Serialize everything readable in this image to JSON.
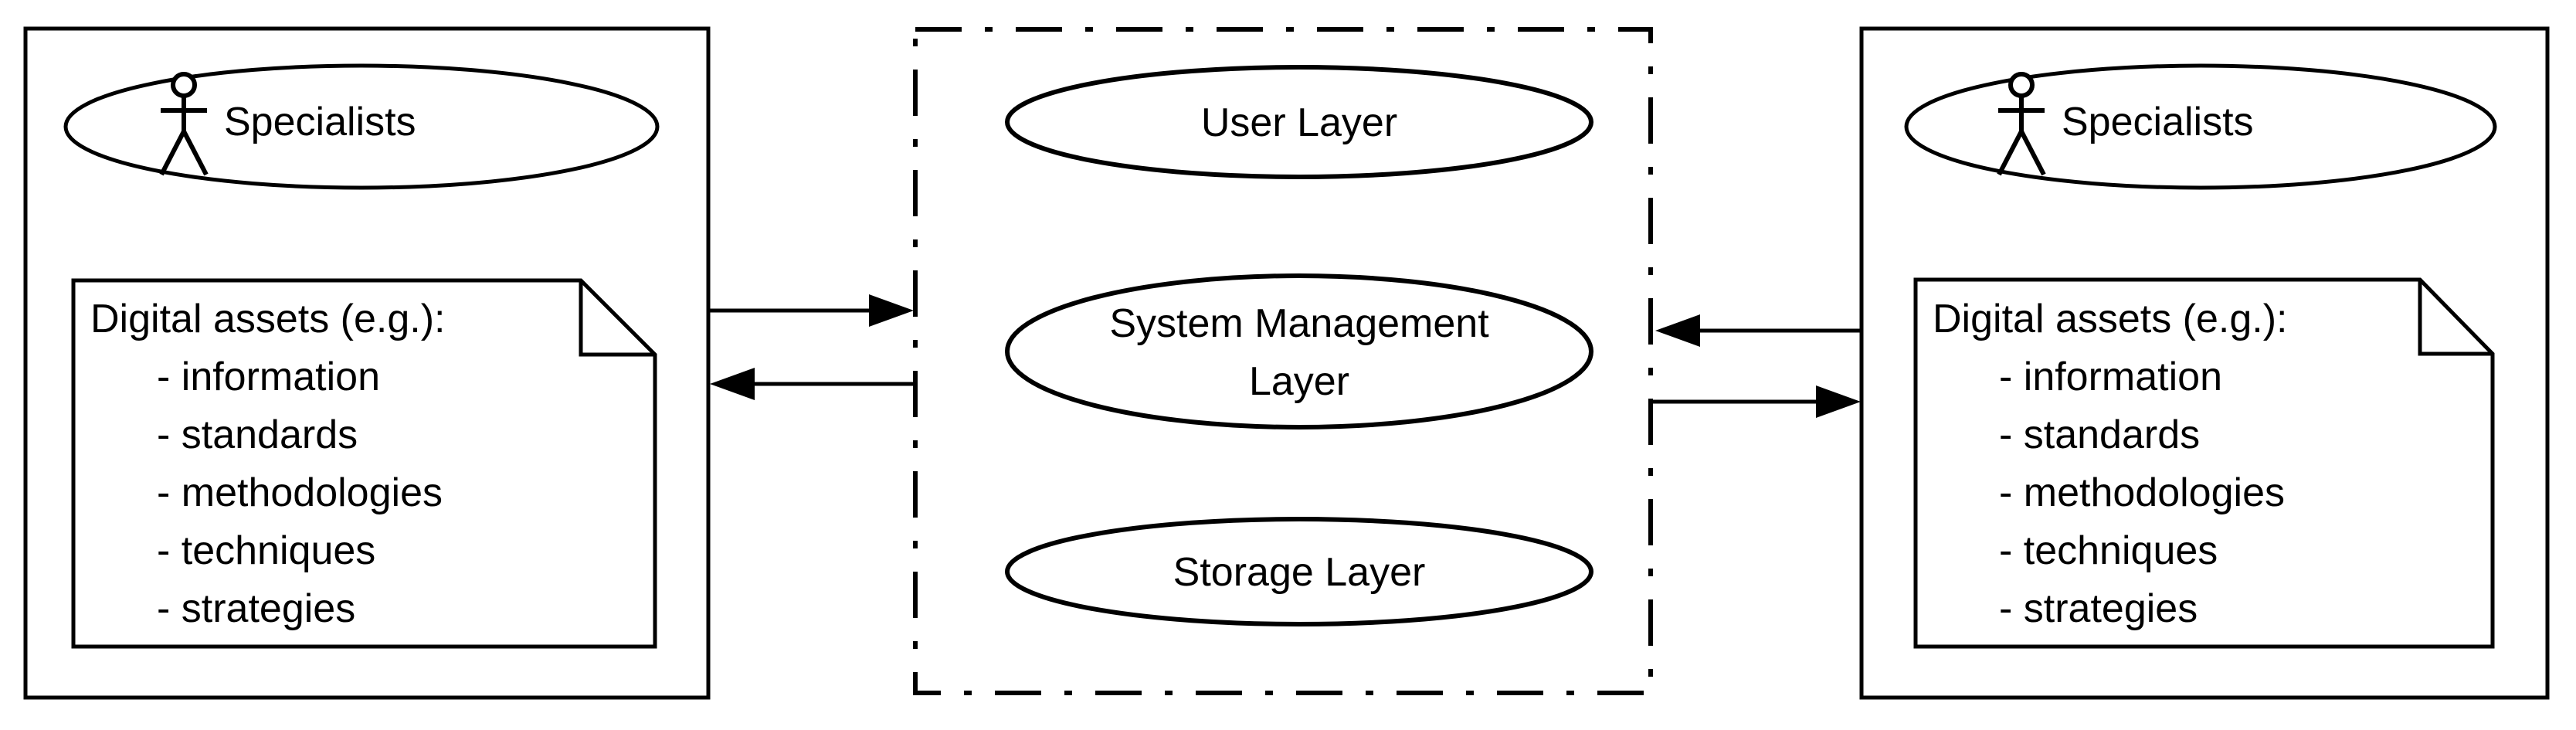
{
  "canvas": {
    "background": "#ffffff",
    "stroke_color": "#000000"
  },
  "left_panel": {
    "actor": {
      "label": "Specialists",
      "icon": "stick-figure-actor"
    },
    "note": {
      "title": "Digital assets (e.g.):",
      "items": [
        "- information",
        "- standards",
        "- methodologies",
        "- techniques",
        "- strategies"
      ]
    }
  },
  "center_panel": {
    "layers": [
      {
        "label": "User Layer",
        "lines": [
          "User Layer"
        ]
      },
      {
        "label": "System Management Layer",
        "lines": [
          "System Management",
          "Layer"
        ]
      },
      {
        "label": "Storage Layer",
        "lines": [
          "Storage Layer"
        ]
      }
    ]
  },
  "right_panel": {
    "actor": {
      "label": "Specialists",
      "icon": "stick-figure-actor"
    },
    "note": {
      "title": "Digital assets (e.g.):",
      "items": [
        "- information",
        "- standards",
        "- methodologies",
        "- techniques",
        "- strategies"
      ]
    }
  },
  "arrows": [
    {
      "id": "left-panel-to-center-top",
      "direction": "right"
    },
    {
      "id": "center-to-left-panel-bottom",
      "direction": "left"
    },
    {
      "id": "right-panel-to-center-top",
      "direction": "left"
    },
    {
      "id": "center-to-right-panel-bottom",
      "direction": "right"
    }
  ]
}
